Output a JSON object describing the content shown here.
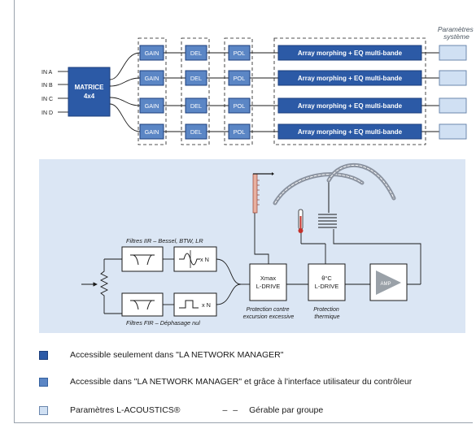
{
  "header": {
    "system_params_label": "Paramètres système"
  },
  "inputs": [
    "IN A",
    "IN B",
    "IN C",
    "IN D"
  ],
  "matrix": {
    "title": "MATRICE",
    "size": "4x4"
  },
  "chain": {
    "gain": "GAIN",
    "delay": "DEL",
    "polarity": "POL",
    "array": "Array morphing + EQ multi-bande"
  },
  "detail": {
    "iir_filters_label": "Filtres IIR – Bessel, BTW, LR",
    "fir_filters_label": "Filtres FIR – Déphasage nul",
    "multiplier_label": "x N",
    "xmax_block": {
      "line1": "Xmax",
      "line2": "L-DRIVE"
    },
    "thermal_block": {
      "line1": "θ°C",
      "line2": "L-DRIVE"
    },
    "amp_label": "AMP",
    "xmax_caption": "Protection contre excursion excessive",
    "thermal_caption": "Protection thermique"
  },
  "legend": {
    "items": [
      {
        "label": "Accessible seulement dans \"LA NETWORK MANAGER\"",
        "color": "#2c5aa6"
      },
      {
        "label": "Accessible dans \"LA NETWORK MANAGER\" et grâce à l'interface utilisateur du contrôleur",
        "color": "#5b86c5"
      },
      {
        "label": "Paramètres L-ACOUSTICS®",
        "color": "#d0e0f3"
      }
    ],
    "dash_symbol": "– –",
    "group_label": "Gérable par groupe"
  }
}
